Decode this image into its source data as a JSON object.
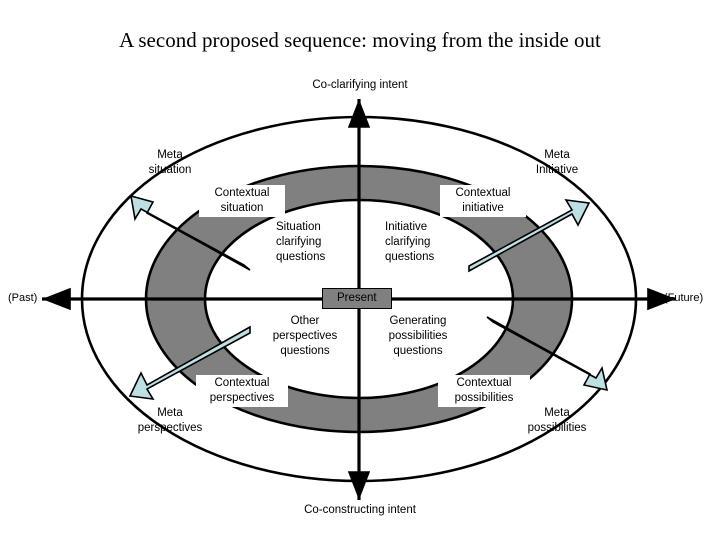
{
  "title": "A second proposed sequence: moving from the inside out",
  "axes": {
    "top_label": "Co-clarifying intent",
    "bottom_label": "Co-constructing intent",
    "left_label": "(Past)",
    "right_label": "(Future)"
  },
  "center": {
    "label": "Present"
  },
  "rings": {
    "inner_label": "inner-ellipse",
    "middle_label": "middle-ellipse-gray-band",
    "outer_label": "outer-ellipse"
  },
  "quadrants": {
    "upper_left": {
      "inner": "Situation\nclarifying\nquestions",
      "contextual": "Contextual\nsituation",
      "meta": "Meta\nsituation"
    },
    "upper_right": {
      "inner": "Initiative\nclarifying\nquestions",
      "contextual": "Contextual\ninitiative",
      "meta": "Meta\nInitiative"
    },
    "lower_left": {
      "inner": "Other\nperspectives\nquestions",
      "contextual": "Contextual\nperspectives",
      "meta": "Meta\nperspectives"
    },
    "lower_right": {
      "inner": "Generating\npossibilities\nquestions",
      "contextual": "Contextual\npossibilities",
      "meta": "Meta\npossibilities"
    }
  },
  "arrows": [
    {
      "name": "arrow-upper-left",
      "direction": "outward-up-left"
    },
    {
      "name": "arrow-upper-right",
      "direction": "outward-up-right"
    },
    {
      "name": "arrow-lower-left",
      "direction": "outward-down-left"
    },
    {
      "name": "arrow-lower-right",
      "direction": "outward-down-right"
    }
  ],
  "colors": {
    "band_gray": "#808080",
    "arrow_fill": "#bde0e3",
    "stroke": "#000000",
    "background": "#ffffff",
    "present_fill": "#808080"
  }
}
